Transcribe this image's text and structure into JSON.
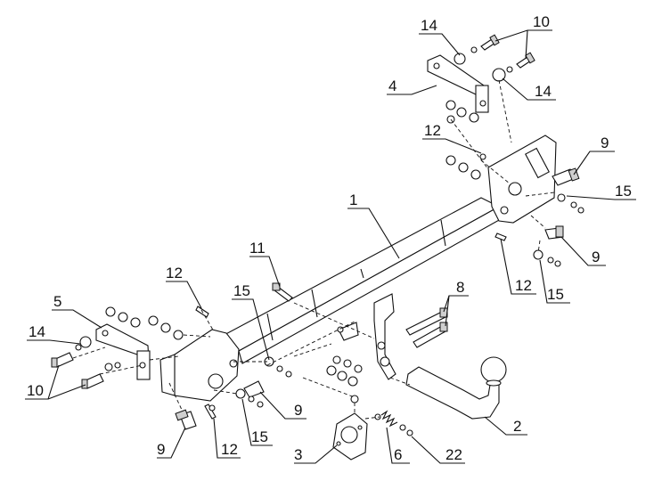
{
  "diagram": {
    "callouts": [
      {
        "id": "c1",
        "text": "1"
      },
      {
        "id": "c2",
        "text": "2"
      },
      {
        "id": "c3",
        "text": "3"
      },
      {
        "id": "c4",
        "text": "4"
      },
      {
        "id": "c5",
        "text": "5"
      },
      {
        "id": "c6",
        "text": "6"
      },
      {
        "id": "c8",
        "text": "8"
      },
      {
        "id": "c9a",
        "text": "9"
      },
      {
        "id": "c9b",
        "text": "9"
      },
      {
        "id": "c9c",
        "text": "9"
      },
      {
        "id": "c9d",
        "text": "9"
      },
      {
        "id": "c10a",
        "text": "10"
      },
      {
        "id": "c10b",
        "text": "10"
      },
      {
        "id": "c11",
        "text": "11"
      },
      {
        "id": "c12a",
        "text": "12"
      },
      {
        "id": "c12b",
        "text": "12"
      },
      {
        "id": "c12c",
        "text": "12"
      },
      {
        "id": "c12d",
        "text": "12"
      },
      {
        "id": "c14a",
        "text": "14"
      },
      {
        "id": "c14b",
        "text": "14"
      },
      {
        "id": "c14c",
        "text": "14"
      },
      {
        "id": "c15a",
        "text": "15"
      },
      {
        "id": "c15b",
        "text": "15"
      },
      {
        "id": "c15c",
        "text": "15"
      },
      {
        "id": "c15d",
        "text": "15"
      },
      {
        "id": "c22",
        "text": "22"
      }
    ]
  }
}
